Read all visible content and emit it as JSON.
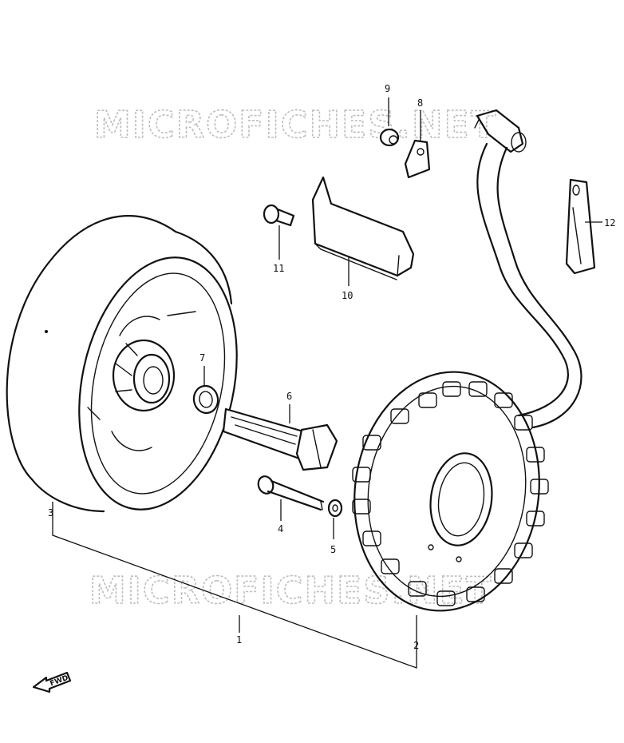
{
  "watermark": {
    "top": "MICROFICHES.NET",
    "bottom": "MICROFICHES.NET"
  },
  "callouts": {
    "c1": "1",
    "c2": "2",
    "c3": "3",
    "c4": "4",
    "c5": "5",
    "c6": "6",
    "c7": "7",
    "c8": "8",
    "c9": "9",
    "c10": "10",
    "c11": "11",
    "c12": "12"
  },
  "front_arrow_label": "FWD"
}
